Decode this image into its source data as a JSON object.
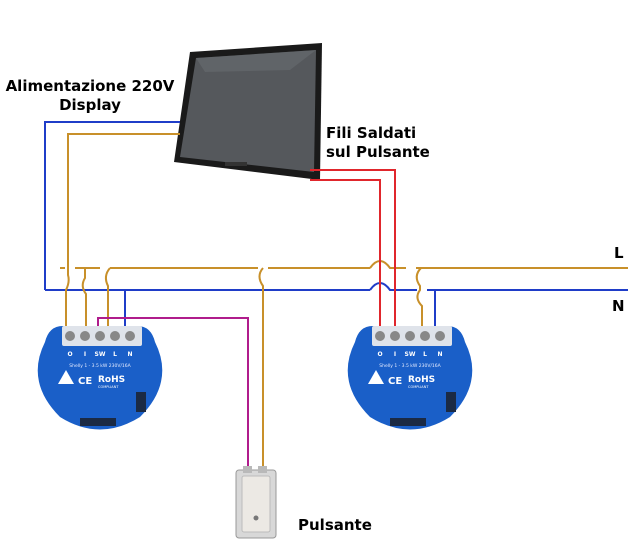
{
  "labels": {
    "display_power_line1": "Alimentazione 220V",
    "display_power_line2": "Display",
    "soldered_wires_line1": "Fili Saldati",
    "soldered_wires_line2": "sul Pulsante",
    "line_L": "L",
    "line_N": "N",
    "button": "Pulsante"
  },
  "relay": {
    "terminals": [
      "O",
      "I",
      "SW",
      "L",
      "N"
    ],
    "model_text": "Shelly 1 - 3.5 kW 230V/16A",
    "rohs": "RoHS",
    "compliant": "COMPLIANT",
    "ce": "CE"
  },
  "colors": {
    "phase_wire": "#c8902a",
    "neutral_wire": "#1f3dc8",
    "signal_wire": "#b01c8c",
    "display_wire": "#e0262c",
    "relay_body": "#1a5fc8"
  }
}
